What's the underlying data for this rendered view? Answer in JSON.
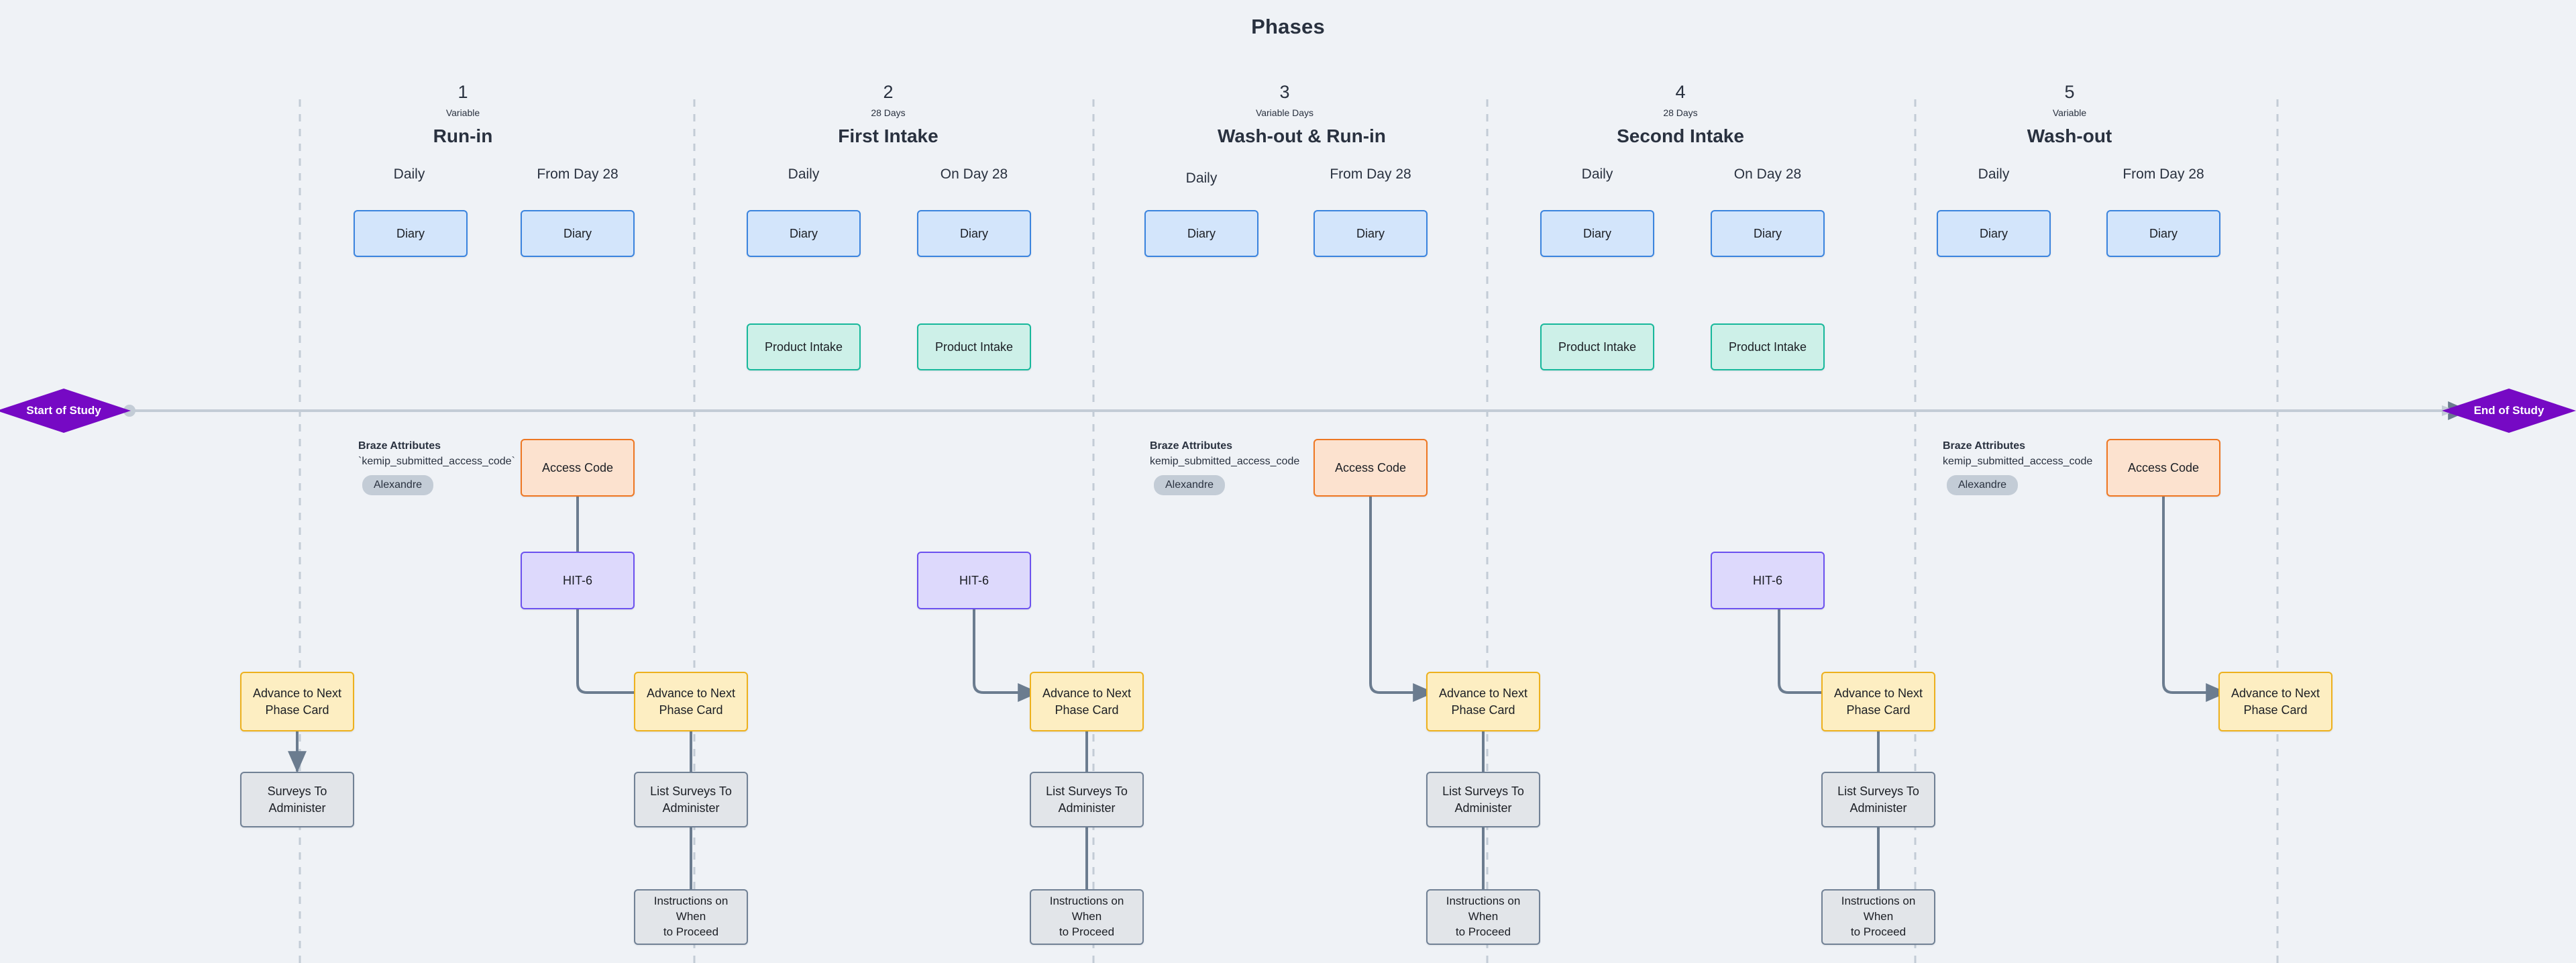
{
  "page": {
    "title": "Phases",
    "background_color": "#eff2f6"
  },
  "timeline": {
    "start_marker": "Start of Study",
    "end_marker": "End of Study",
    "marker_color": "#7609c4",
    "axis_color": "#c3ccd6"
  },
  "colors": {
    "diary": "#3b84de",
    "product_intake": "#17b89b",
    "access_code": "#ee7722",
    "hit6": "#6c52ef",
    "advance": "#edb11e",
    "grey_node": "#718195",
    "text": "#29313f",
    "divider": "#c3ccd6"
  },
  "phases": [
    {
      "number": "1",
      "duration": "Variable",
      "name": "Run-in",
      "columns": [
        "Daily",
        "From Day 28"
      ]
    },
    {
      "number": "2",
      "duration": "28 Days",
      "name": "First Intake",
      "columns": [
        "Daily",
        "On Day 28"
      ]
    },
    {
      "number": "3",
      "duration": "Variable Days",
      "name": "Wash-out & Run-in",
      "columns": [
        "Daily",
        "From Day 28"
      ]
    },
    {
      "number": "4",
      "duration": "28 Days",
      "name": "Second Intake",
      "columns": [
        "Daily",
        "On Day 28"
      ]
    },
    {
      "number": "5",
      "duration": "Variable",
      "name": "Wash-out",
      "columns": [
        "Daily",
        "From Day 28"
      ]
    }
  ],
  "labels": {
    "diary": "Diary",
    "product_intake": "Product Intake",
    "access_code": "Access Code",
    "hit6": "HIT-6",
    "advance_phase_card": "Advance to Next\nPhase Card",
    "surveys_to_administer": "Surveys To\nAdminister",
    "list_surveys_to_administer": "List Surveys To\nAdminister",
    "instructions_to_proceed": "Instructions on When\nto Proceed"
  },
  "nodes": {
    "diaries": [
      {
        "id": "diary-p1-daily",
        "label": "Diary"
      },
      {
        "id": "diary-p1-day28",
        "label": "Diary"
      },
      {
        "id": "diary-p2-daily",
        "label": "Diary"
      },
      {
        "id": "diary-p2-day28",
        "label": "Diary"
      },
      {
        "id": "diary-p3-daily",
        "label": "Diary"
      },
      {
        "id": "diary-p3-day28",
        "label": "Diary"
      },
      {
        "id": "diary-p4-daily",
        "label": "Diary"
      },
      {
        "id": "diary-p4-day28",
        "label": "Diary"
      },
      {
        "id": "diary-p5-daily",
        "label": "Diary"
      },
      {
        "id": "diary-p5-day28",
        "label": "Diary"
      }
    ],
    "product_intakes": [
      {
        "id": "product-p2-daily",
        "label": "Product Intake"
      },
      {
        "id": "product-p2-day28",
        "label": "Product Intake"
      },
      {
        "id": "product-p4-daily",
        "label": "Product Intake"
      },
      {
        "id": "product-p4-day28",
        "label": "Product Intake"
      }
    ],
    "access_codes": [
      {
        "id": "access-p1",
        "label": "Access Code"
      },
      {
        "id": "access-p3",
        "label": "Access Code"
      },
      {
        "id": "access-p5",
        "label": "Access Code"
      }
    ],
    "hit6s": [
      {
        "id": "hit6-p1",
        "label": "HIT-6"
      },
      {
        "id": "hit6-p2",
        "label": "HIT-6"
      },
      {
        "id": "hit6-p4",
        "label": "HIT-6"
      }
    ],
    "advance_cards": [
      {
        "id": "advance-a",
        "line1": "Advance to Next",
        "line2": "Phase Card"
      },
      {
        "id": "advance-b",
        "line1": "Advance to Next",
        "line2": "Phase Card"
      },
      {
        "id": "advance-c",
        "line1": "Advance to Next",
        "line2": "Phase Card"
      },
      {
        "id": "advance-d",
        "line1": "Advance to Next",
        "line2": "Phase Card"
      },
      {
        "id": "advance-e",
        "line1": "Advance to Next",
        "line2": "Phase Card"
      },
      {
        "id": "advance-f",
        "line1": "Advance to Next",
        "line2": "Phase Card"
      }
    ],
    "survey_cards": [
      {
        "id": "surveys-a",
        "line1": "Surveys To",
        "line2": "Administer"
      },
      {
        "id": "surveys-b",
        "line1": "List Surveys To",
        "line2": "Administer"
      },
      {
        "id": "surveys-c",
        "line1": "List Surveys To",
        "line2": "Administer"
      },
      {
        "id": "surveys-d",
        "line1": "List Surveys To",
        "line2": "Administer"
      },
      {
        "id": "surveys-e",
        "line1": "List Surveys To",
        "line2": "Administer"
      }
    ],
    "instruction_cards": [
      {
        "id": "instr-b",
        "line1": "Instructions on When",
        "line2": "to Proceed"
      },
      {
        "id": "instr-c",
        "line1": "Instructions on When",
        "line2": "to Proceed"
      },
      {
        "id": "instr-d",
        "line1": "Instructions on When",
        "line2": "to Proceed"
      },
      {
        "id": "instr-e",
        "line1": "Instructions on When",
        "line2": "to Proceed"
      }
    ]
  },
  "braze_attributes": [
    {
      "id": "braze-p1",
      "title": "Braze Attributes",
      "attribute": "`kemip_submitted_access_code`",
      "chip": "Alexandre"
    },
    {
      "id": "braze-p3",
      "title": "Braze Attributes",
      "attribute": "kemip_submitted_access_code",
      "chip": "Alexandre"
    },
    {
      "id": "braze-p5",
      "title": "Braze Attributes",
      "attribute": "kemip_submitted_access_code",
      "chip": "Alexandre"
    }
  ]
}
